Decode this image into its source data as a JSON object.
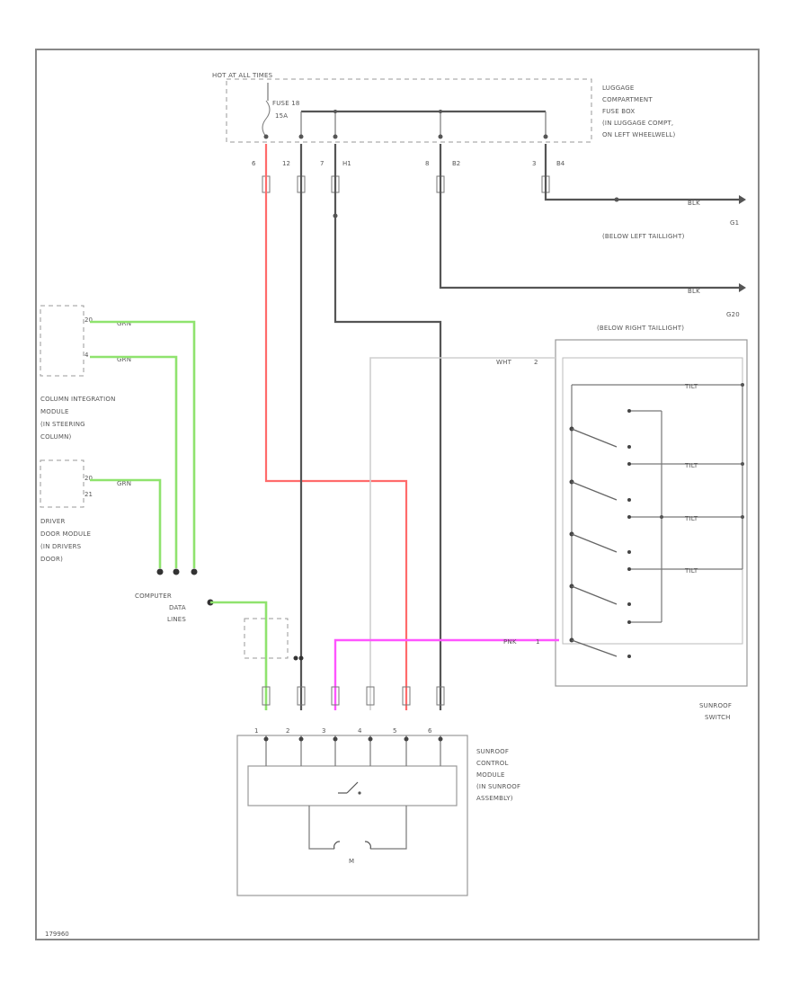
{
  "fuse_box": {
    "feed_label": "HOT AT ALL TIMES",
    "fuse_name": "FUSE 18",
    "fuse_rating": "15A",
    "desc_lines": [
      "LUGGAGE",
      "COMPARTMENT",
      "FUSE BOX",
      "(IN LUGGAGE COMPT,",
      "ON LEFT WHEELWELL)"
    ]
  },
  "fuse_pins": [
    "6",
    "12",
    "7",
    "H1",
    "8",
    "B2",
    "3",
    "B4"
  ],
  "ground_wires": {
    "right_color": "BLK",
    "left_color": "BLK",
    "g1_label": "G1",
    "g1_desc": "(BELOW LEFT TAILLIGHT)",
    "g2_label": "G20",
    "g2_desc": "(BELOW RIGHT TAILLIGHT)"
  },
  "cim": {
    "pins": [
      "20",
      "4"
    ],
    "wire_colors": [
      "GRN",
      "GRN"
    ],
    "desc_lines": [
      "COLUMN INTEGRATION",
      "MODULE",
      "(IN STEERING",
      "COLUMN)"
    ]
  },
  "ddm": {
    "pins": [
      "20",
      "21"
    ],
    "wire_color": "GRN",
    "desc_lines": [
      "DRIVER",
      "DOOR MODULE",
      "(IN DRIVERS",
      "DOOR)"
    ]
  },
  "data_lines": {
    "desc_lines": [
      "COMPUTER",
      "DATA",
      "LINES"
    ]
  },
  "sunroof_switch": {
    "wht_wire": "WHT",
    "wht_pin": "2",
    "pnk_wire": "PNK",
    "pnk_pin": "1",
    "tilt_labels": [
      "TILT",
      "TILT",
      "TILT",
      "TILT"
    ],
    "desc_lines": [
      "SUNROOF",
      "SWITCH"
    ]
  },
  "control_module": {
    "pins": [
      "1",
      "2",
      "3",
      "4",
      "5",
      "6"
    ],
    "motor_label": "M",
    "desc_lines": [
      "SUNROOF",
      "CONTROL",
      "MODULE",
      "(IN SUNROOF",
      "ASSEMBLY)"
    ]
  },
  "footer": {
    "code": "179960"
  }
}
